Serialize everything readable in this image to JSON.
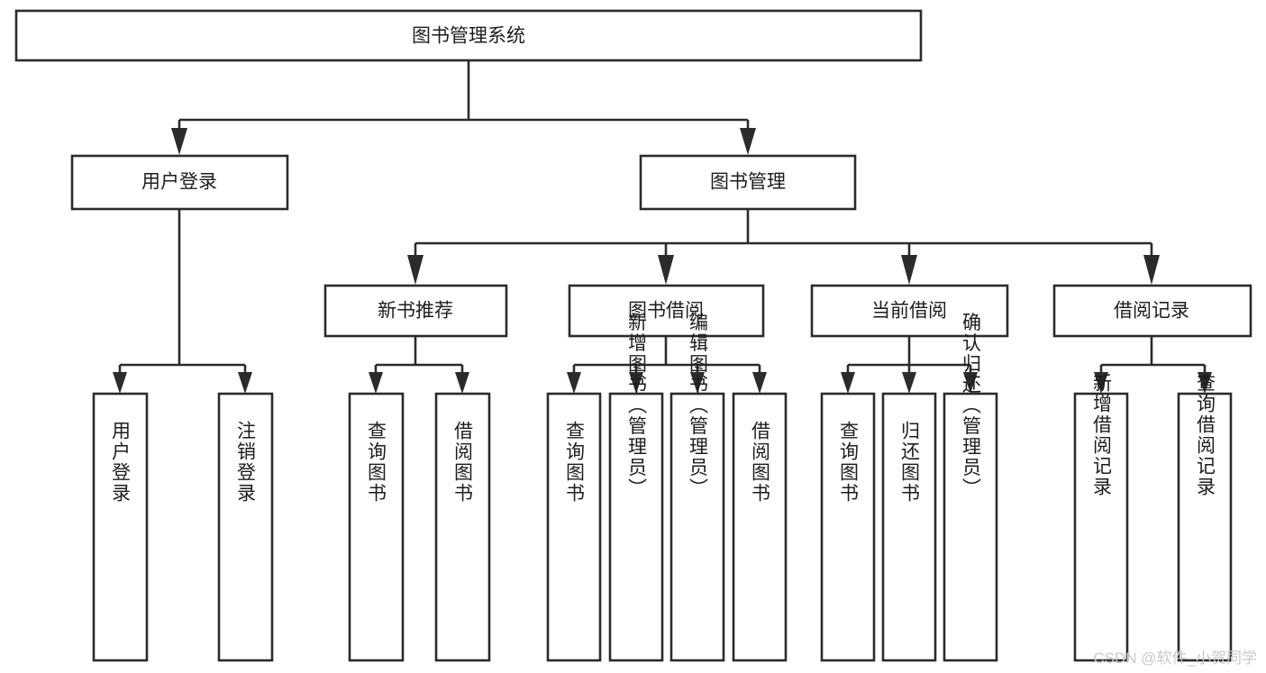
{
  "diagram": {
    "type": "tree-hierarchy",
    "title": "图书管理系统",
    "watermark": "CSDN @软件_小贺同学",
    "colors": {
      "background": "#ffffff",
      "stroke": "#2b2b2b",
      "box_fill": "#ffffff",
      "text": "#1d1d1d",
      "watermark": "#c9c9c9"
    },
    "levels": {
      "root": {
        "label": "图书管理系统",
        "orientation": "horizontal"
      },
      "level2": [
        {
          "label": "用户登录",
          "orientation": "horizontal"
        },
        {
          "label": "图书管理",
          "orientation": "horizontal"
        }
      ],
      "level3": [
        {
          "label": "新书推荐",
          "orientation": "horizontal"
        },
        {
          "label": "图书借阅",
          "orientation": "horizontal"
        },
        {
          "label": "当前借阅",
          "orientation": "horizontal"
        },
        {
          "label": "借阅记录",
          "orientation": "horizontal"
        }
      ],
      "leaves": [
        {
          "label": "用户登录",
          "parent": "用户登录",
          "orientation": "vertical"
        },
        {
          "label": "注销登录",
          "parent": "用户登录",
          "orientation": "vertical"
        },
        {
          "label": "查询图书",
          "parent": "新书推荐",
          "orientation": "vertical"
        },
        {
          "label": "借阅图书",
          "parent": "新书推荐",
          "orientation": "vertical"
        },
        {
          "label": "查询图书",
          "parent": "图书借阅",
          "orientation": "vertical"
        },
        {
          "label": "新增图书（管理员）",
          "parent": "图书借阅",
          "orientation": "vertical"
        },
        {
          "label": "编辑图书（管理员）",
          "parent": "图书借阅",
          "orientation": "vertical"
        },
        {
          "label": "借阅图书",
          "parent": "图书借阅",
          "orientation": "vertical"
        },
        {
          "label": "查询图书",
          "parent": "当前借阅",
          "orientation": "vertical"
        },
        {
          "label": "归还图书",
          "parent": "当前借阅",
          "orientation": "vertical"
        },
        {
          "label": "确认归还（管理员）",
          "parent": "当前借阅",
          "orientation": "vertical"
        },
        {
          "label": "新增借阅记录",
          "parent": "借阅记录",
          "orientation": "vertical"
        },
        {
          "label": "查询借阅记录",
          "parent": "借阅记录",
          "orientation": "vertical"
        }
      ]
    }
  }
}
